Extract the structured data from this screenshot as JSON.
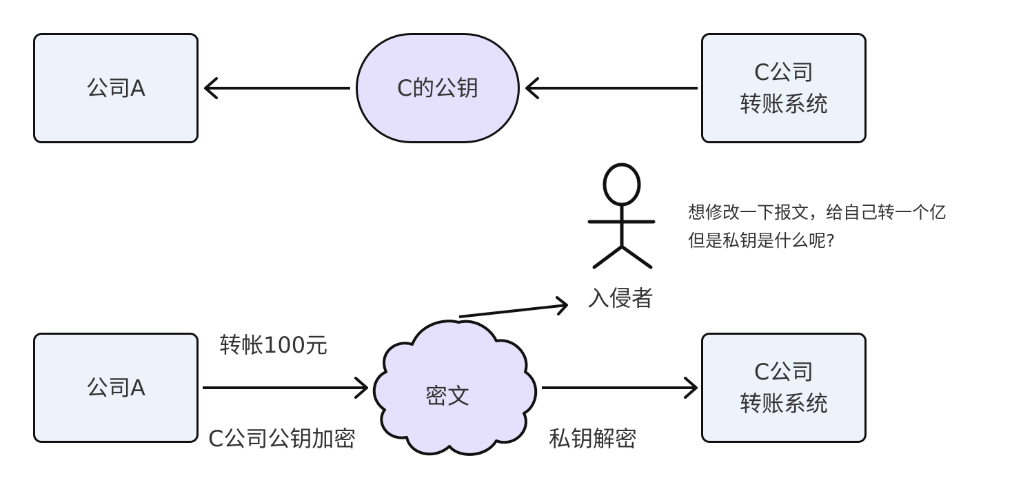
{
  "diagram": {
    "top_row": {
      "company_a": "公司A",
      "public_key": "C的公钥",
      "c_system": [
        "C公司",
        "转账系统"
      ]
    },
    "intruder": {
      "name": "入侵者",
      "thought": [
        "想修改一下报文，给自己转一个亿",
        "但是私钥是什么呢?"
      ]
    },
    "bottom_row": {
      "company_a": "公司A",
      "ciphertext": "密文",
      "c_system": [
        "C公司",
        "转账系统"
      ],
      "edge_above_left": "转帐100元",
      "edge_below_left": "C公司公钥加密",
      "edge_below_right": "私钥解密"
    },
    "colors": {
      "rect_fill": "#eef2fb",
      "accent_fill": "#e5e0fb",
      "stroke": "#111111"
    }
  }
}
